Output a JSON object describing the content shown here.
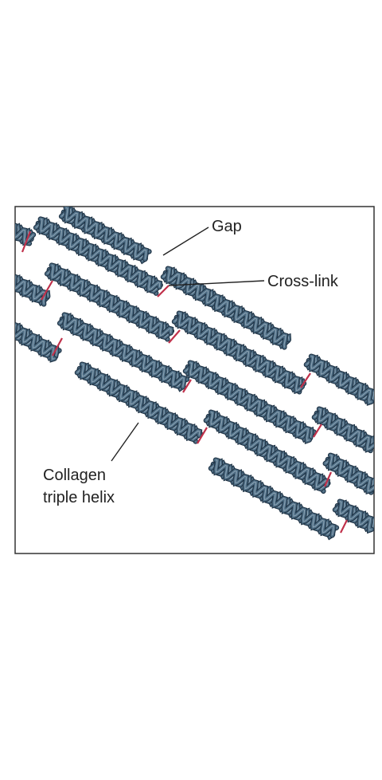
{
  "diagram": {
    "labels": {
      "gap": "Gap",
      "cross_link": "Cross-link",
      "collagen_line1": "Collagen",
      "collagen_line2": "triple helix"
    },
    "colors": {
      "helix_fill": "#4f6e85",
      "helix_outline": "#1f3345",
      "helix_highlight": "#c2d3df",
      "cross_link": "#c0304a",
      "frame": "#333333",
      "leader_line": "#222222"
    }
  }
}
